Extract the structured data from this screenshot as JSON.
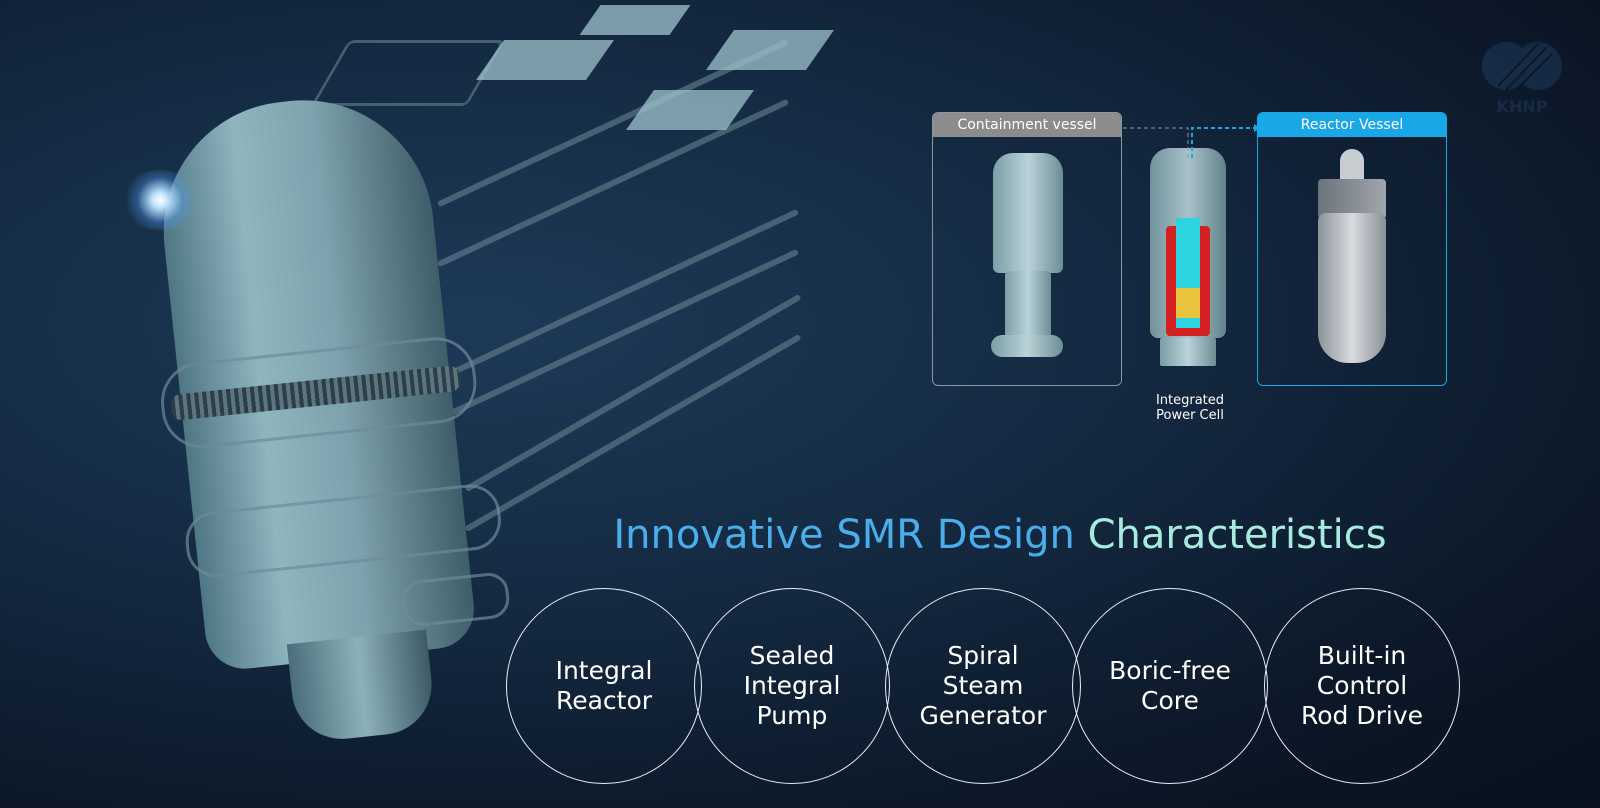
{
  "diagram": {
    "containment_label": "Containment vessel",
    "reactor_label": "Reactor Vessel",
    "ipc_label_line1": "Integrated",
    "ipc_label_line2": "Power Cell"
  },
  "heading": {
    "part1": "Innovative SMR Design",
    "part2": "Characteristics"
  },
  "features": [
    {
      "line1": "Integral",
      "line2": "Reactor"
    },
    {
      "line1": "Sealed",
      "line2": "Integral",
      "line3": "Pump"
    },
    {
      "line1": "Spiral",
      "line2": "Steam",
      "line3": "Generator"
    },
    {
      "line1": "Boric-free",
      "line2": "Core"
    },
    {
      "line1": "Built-in",
      "line2": "Control",
      "line3": "Rod Drive"
    }
  ],
  "logo": {
    "text": "KHNP"
  },
  "colors": {
    "accent_blue": "#4badea",
    "accent_mint": "#a6ecdc",
    "reactor_header": "#1aa7e8",
    "containment_header": "#8c8c8c"
  }
}
